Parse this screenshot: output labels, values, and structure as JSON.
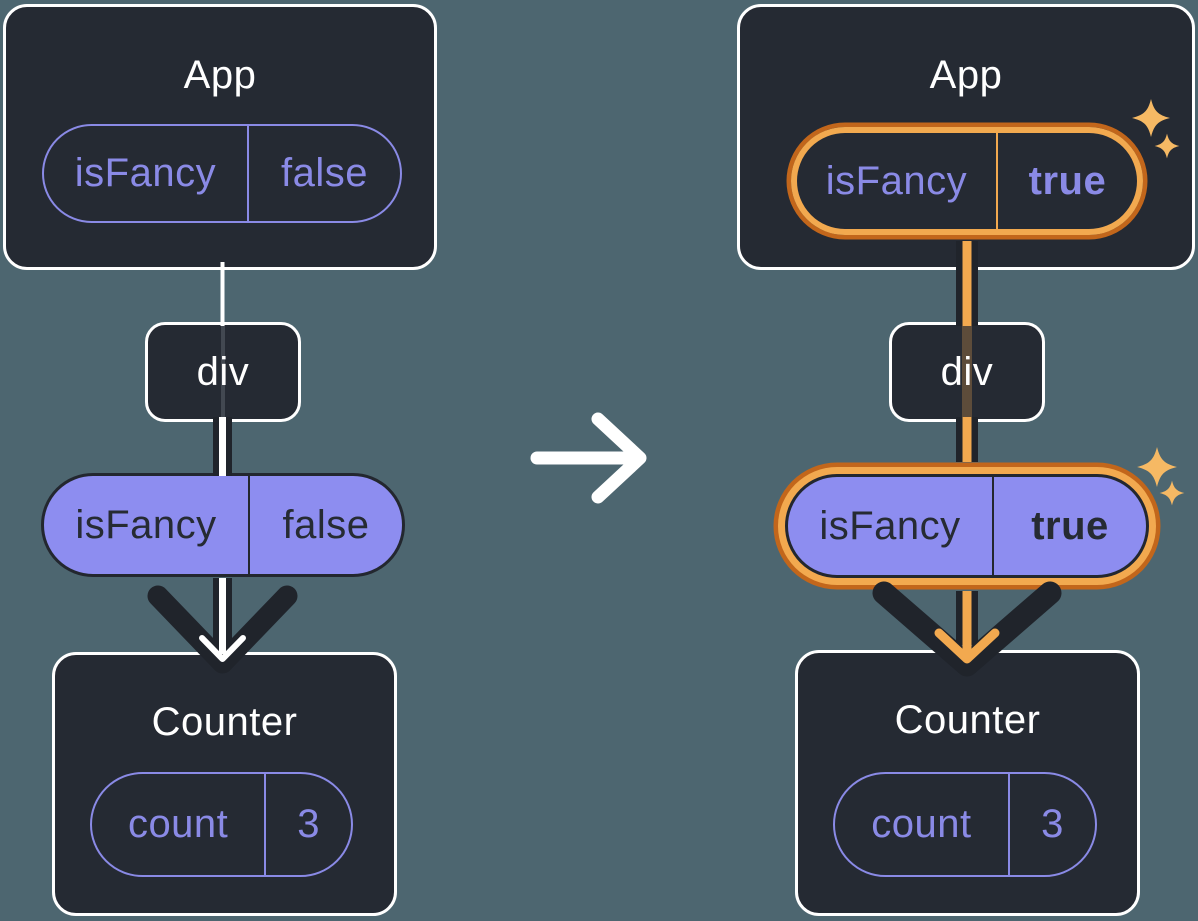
{
  "before": {
    "app": {
      "title": "App",
      "prop": {
        "name": "isFancy",
        "value": "false"
      }
    },
    "container": {
      "label": "div"
    },
    "passed_prop": {
      "name": "isFancy",
      "value": "false"
    },
    "counter": {
      "title": "Counter",
      "state": {
        "name": "count",
        "value": "3"
      }
    }
  },
  "after": {
    "app": {
      "title": "App",
      "prop": {
        "name": "isFancy",
        "value": "true"
      }
    },
    "container": {
      "label": "div"
    },
    "passed_prop": {
      "name": "isFancy",
      "value": "true"
    },
    "counter": {
      "title": "Counter",
      "state": {
        "name": "count",
        "value": "3"
      }
    }
  },
  "icons": {
    "transition_arrow": "→",
    "sparkle": "✦"
  },
  "colors": {
    "background": "#4d6670",
    "card_fill": "#252a33",
    "card_border": "#ffffff",
    "purple_accent": "#8a8ae6",
    "pill_fill_purple": "#8d8df0",
    "dark_text": "#262b33",
    "arrow_dark": "#20242b",
    "highlight_orange_light": "#f2a94f",
    "highlight_orange_dark": "#c2661b",
    "sparkle_orange": "#f6b964",
    "arrow_white": "#ffffff"
  }
}
